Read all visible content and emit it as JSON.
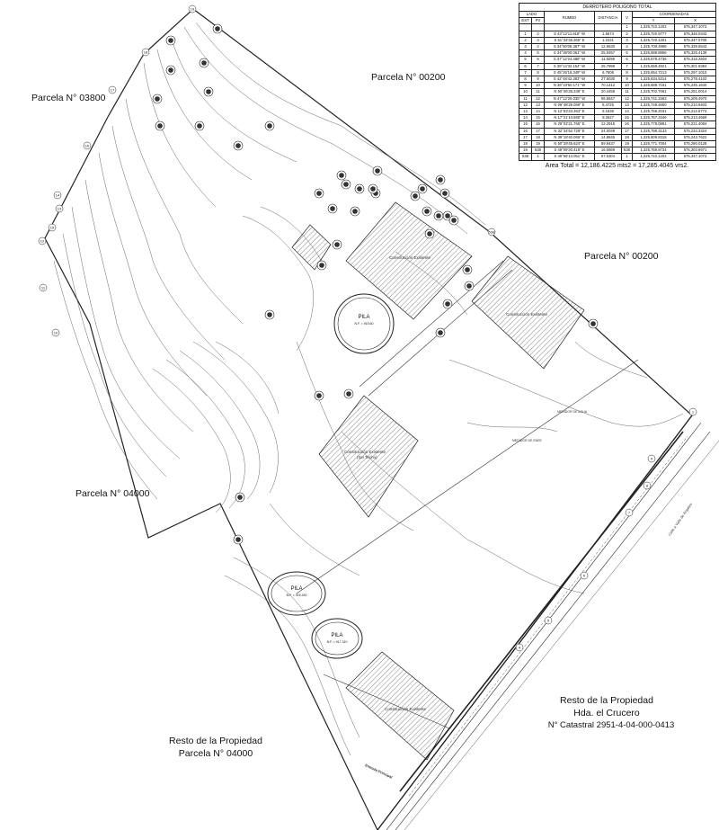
{
  "survey_table": {
    "title": "DERROTERO POLIGONO TOTAL",
    "headers": {
      "lado": "LADO",
      "est": "EST",
      "pv": "PV",
      "rumbo": "RUMBO",
      "distancia": "DISTANCIA",
      "v": "V",
      "coordenadas": "COORDENADAS",
      "y": "Y",
      "x": "X"
    },
    "first_row": {
      "v": "1",
      "y": "1,325,722.1202",
      "x": "575,347.1072"
    },
    "rows": [
      {
        "est": "1",
        "pv": "2",
        "rumbo": "S 43°12'11.618\" W",
        "distancia": "1.5674",
        "v": "2",
        "y": "1,325,720.9777",
        "x": "575,346.0342"
      },
      {
        "est": "2",
        "pv": "3",
        "rumbo": "S 51°33'35.265\" E",
        "distancia": "1.2231",
        "v": "3",
        "y": "1,325,720.1301",
        "x": "575,347.0705"
      },
      {
        "est": "3",
        "pv": "4",
        "rumbo": "S 34°50'08.367\" W",
        "distancia": "12.6630",
        "v": "4",
        "y": "1,325,709.4986",
        "x": "575,339.6543"
      },
      {
        "est": "4",
        "pv": "5",
        "rumbo": "S 34°39'00.061\" W",
        "distancia": "25.0457",
        "v": "5",
        "y": "1,325,688.8956",
        "x": "575,325.4139"
      },
      {
        "est": "5",
        "pv": "6",
        "rumbo": "S 37°12'24.488\" W",
        "distancia": "11.8298",
        "v": "6",
        "y": "1,325,678.4736",
        "x": "575,318.2604"
      },
      {
        "est": "6",
        "pv": "7",
        "rumbo": "S 39°14'32.154\" W",
        "distancia": "25.7999",
        "v": "7",
        "y": "1,325,659.4921",
        "x": "575,301.9394"
      },
      {
        "est": "7",
        "pv": "8",
        "rumbo": "S 45°26'18.349\" W",
        "distancia": "6.7606",
        "v": "8",
        "y": "1,325,654.7213",
        "x": "575,297.1010"
      },
      {
        "est": "8",
        "pv": "9",
        "rumbo": "S 42°48'42.383\" W",
        "distancia": "27.5030",
        "v": "9",
        "y": "1,325,634.5314",
        "x": "575,278.4102"
      },
      {
        "est": "9",
        "pv": "10",
        "rumbo": "N 36°23'50.171\" W",
        "distancia": "70.1412",
        "v": "10",
        "y": "1,325,689.7161",
        "x": "575,235.1640"
      },
      {
        "est": "10",
        "pv": "11",
        "rumbo": "N 50°46'26.339\" E",
        "distancia": "20.4458",
        "v": "11",
        "y": "1,325,702.7061",
        "x": "575,251.0014"
      },
      {
        "est": "11",
        "pv": "12",
        "rumbo": "N 47°12'26.035\" W",
        "distancia": "56.5647",
        "v": "12",
        "y": "1,325,741.1563",
        "x": "575,209.4970"
      },
      {
        "est": "12",
        "pv": "13",
        "rumbo": "N 09°48'29.059\" E",
        "distancia": "8.4725",
        "v": "13",
        "y": "1,325,749.4650",
        "x": "575,210.9403"
      },
      {
        "est": "13",
        "pv": "14",
        "rumbo": "N 12°53'23.363\" E",
        "distancia": "9.1636",
        "v": "14",
        "y": "1,325,758.2031",
        "x": "575,212.6772"
      },
      {
        "est": "14",
        "pv": "15",
        "rumbo": "N 17°21'10.680\" E",
        "distancia": "9.2527",
        "v": "15",
        "y": "1,325,767.3446",
        "x": "575,213.4569"
      },
      {
        "est": "15",
        "pv": "16",
        "rumbo": "N 29°02'21.765\" E",
        "distancia": "12.2915",
        "v": "16",
        "y": "1,325,778.0881",
        "x": "575,221.4084"
      },
      {
        "est": "16",
        "pv": "17",
        "rumbo": "N 32°34'52.729\" E",
        "distancia": "24.0039",
        "v": "17",
        "y": "1,325,798.3133",
        "x": "575,234.3324"
      },
      {
        "est": "17",
        "pv": "18",
        "rumbo": "N 39°18'40.065\" E",
        "distancia": "14.8845",
        "v": "18",
        "y": "1,325,809.8318",
        "x": "575,243.7622"
      },
      {
        "est": "18",
        "pv": "19",
        "rumbo": "N 50°29'45.624\" E",
        "distancia": "59.9437",
        "v": "19",
        "y": "1,325,771.7004",
        "x": "575,290.0128"
      },
      {
        "est": "19",
        "pv": "538",
        "rumbo": "S 49°09'30.418\" E",
        "distancia": "16.0869",
        "v": "538",
        "y": "1,325,759.8734",
        "x": "575,303.6971"
      },
      {
        "est": "538",
        "pv": "1",
        "rumbo": "S 48°59'13.051\" E",
        "distancia": "57.5304",
        "v": "1",
        "y": "1,325,722.1202",
        "x": "575,347.1072"
      }
    ],
    "area_total": "Area Total = 12,186.4225 mts2 = 17,285.4045 vrs2."
  },
  "parcels": {
    "p03800": "Parcela N° 03800",
    "p00200_top": "Parcela N° 00200",
    "p00200_right": "Parcela N° 00200",
    "p04000": "Parcela N° 04000",
    "resto_left_line1": "Resto de la Propiedad",
    "resto_left_line2": "Parcela N° 04000",
    "resto_right_line1": "Resto de la Propiedad",
    "resto_right_line2": "Hda. el Crucero",
    "resto_right_line3": "N° Catastral 2951-4-04-000-0413"
  },
  "features": {
    "pila1": "PILA",
    "pila1_nf": "N.F. = 915.60",
    "pila2": "PILA",
    "pila2_nf": "N.F. = 915.430",
    "pila3": "PILA",
    "pila3_nf": "N.F. = 917.310",
    "construccion1": "Construcción Existente",
    "construccion2": "Construcción Existente",
    "construccion3": "Construcción Existente",
    "construccion3_sub": "(Sin Techo)",
    "construccion4": "Construcción Existente",
    "medidor_agua": "MEDIDOR DE AGUA",
    "medidor_enee": "MEDIDOR DE ENEE",
    "calle": "Calle a Valle de Ángeles",
    "entrada": "Entrada Principal",
    "vertices": {
      "v538": "538",
      "v1": "1",
      "v12": "12",
      "v13": "13",
      "v14": "14",
      "v15": "15",
      "v16": "16",
      "v18": "18",
      "v11": "11",
      "v10": "10",
      "v9": "9",
      "v8": "8",
      "v7": "7",
      "v6": "6",
      "v5": "5",
      "v4": "4",
      "v17": "17",
      "v19": "19"
    }
  },
  "colors": {
    "line": "#222222",
    "contour": "#555555",
    "hatch": "#444444"
  }
}
